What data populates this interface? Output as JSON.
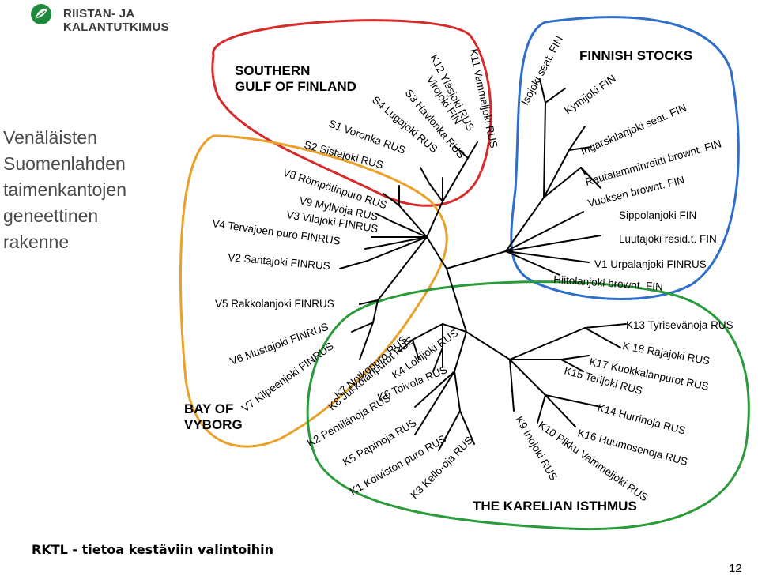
{
  "header": {
    "org_name": "RIISTAN- JA KALANTUTKIMUS",
    "brand_color": "#1f8a3c"
  },
  "sidebar_title": "Venäläisten Suomenlahden taimenkantojen geneettinen rakenne",
  "regions": {
    "southern_gulf": [
      "SOUTHERN",
      "GULF OF FINLAND"
    ],
    "finnish_stocks": "FINNISH STOCKS",
    "bay_of_vyborg": [
      "BAY OF",
      "VYBORG"
    ],
    "karelian_isthmus": "THE KARELIAN ISTHMUS"
  },
  "group_colors": {
    "southern_gulf": "#d52b2b",
    "finnish_stocks": "#2f6fc9",
    "bay_of_vyborg": "#e8a12a",
    "karelian_isthmus": "#2a9a3a"
  },
  "labels": {
    "k11": "K11 Vammeljoki RUS",
    "k12": "K12 Yläsjoki RUS",
    "viroj": "Virojoki FIN",
    "s3": "S3 Havlonka RUS",
    "s4": "S4 Lugajoki RUS",
    "s1": "S1 Voronka RUS",
    "s2": "S2 Sistajoki RUS",
    "v8": "V8 Römpötinpuro RUS",
    "v9": "V9 Myllyoja RUS",
    "v3": "V3 Vilajoki FINRUS",
    "v4": "V4 Tervajoen puro FINRUS",
    "v2": "V2 Santajoki FINRUS",
    "v5": "V5 Rakkolanjoki FINRUS",
    "v6": "V6 Mustajoki FINRUS",
    "v7": "V7 Kilpeenjoki FINRUS",
    "k7": "K7 Notkopuro RUS",
    "k8": "K8 Jukkolanpurot RUS",
    "k4": "K4 Lohijoki RUS",
    "k6": "K6 Toivola RUS",
    "k2": "K2 Pentilänoja RUS",
    "k5": "K5 Papinoja RUS",
    "k1": "K1 Koiviston puro RUS",
    "k3": "K3 Kello-oja RUS",
    "k9": "K9 Inojoki RUS",
    "k10": "K10 Pikku Vammeljoki RUS",
    "k16": "K16 Huumosenoja RUS",
    "k14": "K14 Hurrinoja RUS",
    "k15": "K15 Terijoki RUS",
    "k17": "K17 Kuokkalanpurot RUS",
    "k18": "K 18 Rajajoki RUS",
    "k13": "K13 Tyrisevänoja RUS",
    "isojoki": "Isojoki seat. FIN",
    "kymijoki": "Kymijoki FIN",
    "ingarskila": "Ingarskilanjoki seat. FIN",
    "rautalammi": "Rautalamminreitti brownt. FIN",
    "vuoksen": "Vuoksen brownt. FIN",
    "sippola": "Sippolanjoki FIN",
    "luutajoki": "Luutajoki resid.t. FIN",
    "v1": "V1 Urpalanjoki FINRUS",
    "hiitola": "Hiitolanjoki brownt. FIN"
  },
  "footer": {
    "caption": "RKTL - tietoa kestäviin valintoihin",
    "page_number": "12"
  }
}
